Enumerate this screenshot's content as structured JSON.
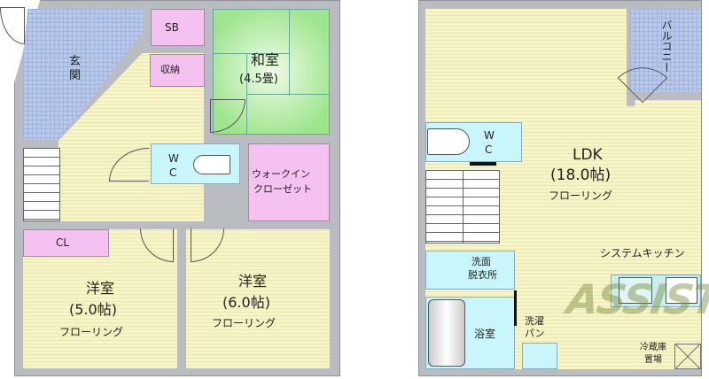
{
  "floor1": {
    "entrance": "玄\n関",
    "shoebox": "SB",
    "storage": "収納",
    "japanese_room": {
      "name": "和室",
      "size": "(4.5畳)"
    },
    "wc": {
      "line1": "W",
      "line2": "C"
    },
    "walk_in_closet": {
      "line1": "ウォークイン",
      "line2": "クローゼット"
    },
    "closet": "CL",
    "western_room_1": {
      "name": "洋室",
      "size": "(5.0帖)",
      "floor": "フローリング"
    },
    "western_room_2": {
      "name": "洋室",
      "size": "(6.0帖)",
      "floor": "フローリング"
    }
  },
  "floor2": {
    "balcony": "バルコニー",
    "wc": {
      "line1": "W",
      "line2": "C"
    },
    "ldk": {
      "name": "LDK",
      "size": "(18.0帖)",
      "floor": "フローリング"
    },
    "kitchen": "システムキッチン",
    "washroom": {
      "line1": "洗面",
      "line2": "脱衣所"
    },
    "bathroom": "浴室",
    "laundry": {
      "line1": "洗濯",
      "line2": "パン"
    },
    "fridge": {
      "line1": "冷蔵庫",
      "line2": "置場"
    }
  },
  "watermark": "ASSIST",
  "colors": {
    "wall": "#b9bdc1",
    "flooring": "#f7f5c6",
    "storage": "#f5c1f0",
    "water": "#c9f6fb",
    "tatami": "#9ee58e",
    "tile": "#b9c9ec"
  }
}
